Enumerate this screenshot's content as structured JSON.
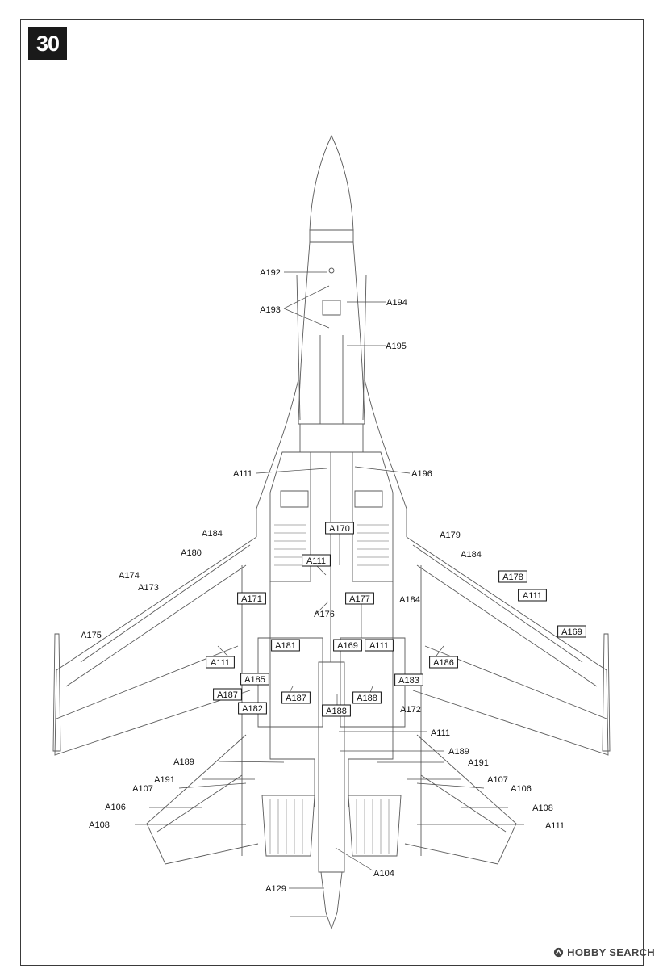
{
  "step": {
    "number": "30"
  },
  "callouts": [
    {
      "id": "A192",
      "boxed": false
    },
    {
      "id": "A193",
      "boxed": false
    },
    {
      "id": "A194",
      "boxed": false
    },
    {
      "id": "A195",
      "boxed": false
    },
    {
      "id": "A111",
      "boxed": false
    },
    {
      "id": "A196",
      "boxed": false
    },
    {
      "id": "A170",
      "boxed": true
    },
    {
      "id": "A184",
      "boxed": false
    },
    {
      "id": "A180",
      "boxed": false
    },
    {
      "id": "A179",
      "boxed": false
    },
    {
      "id": "A111",
      "boxed": true
    },
    {
      "id": "A184",
      "boxed": false
    },
    {
      "id": "A174",
      "boxed": false
    },
    {
      "id": "A173",
      "boxed": false
    },
    {
      "id": "A178",
      "boxed": true
    },
    {
      "id": "A171",
      "boxed": true
    },
    {
      "id": "A177",
      "boxed": true
    },
    {
      "id": "A184",
      "boxed": false
    },
    {
      "id": "A111",
      "boxed": true
    },
    {
      "id": "A176",
      "boxed": false
    },
    {
      "id": "A175",
      "boxed": false
    },
    {
      "id": "A169",
      "boxed": true
    },
    {
      "id": "A181",
      "boxed": true
    },
    {
      "id": "A169",
      "boxed": true
    },
    {
      "id": "A111",
      "boxed": true
    },
    {
      "id": "A111",
      "boxed": true
    },
    {
      "id": "A186",
      "boxed": true
    },
    {
      "id": "A185",
      "boxed": true
    },
    {
      "id": "A183",
      "boxed": true
    },
    {
      "id": "A187",
      "boxed": true
    },
    {
      "id": "A187",
      "boxed": true
    },
    {
      "id": "A188",
      "boxed": true
    },
    {
      "id": "A182",
      "boxed": true
    },
    {
      "id": "A188",
      "boxed": true
    },
    {
      "id": "A172",
      "boxed": false
    },
    {
      "id": "A111",
      "boxed": false
    },
    {
      "id": "A189",
      "boxed": false
    },
    {
      "id": "A189",
      "boxed": false
    },
    {
      "id": "A191",
      "boxed": false
    },
    {
      "id": "A191",
      "boxed": false
    },
    {
      "id": "A107",
      "boxed": false
    },
    {
      "id": "A107",
      "boxed": false
    },
    {
      "id": "A106",
      "boxed": false
    },
    {
      "id": "A106",
      "boxed": false
    },
    {
      "id": "A108",
      "boxed": false
    },
    {
      "id": "A108",
      "boxed": false
    },
    {
      "id": "A111",
      "boxed": false
    },
    {
      "id": "A104",
      "boxed": false
    },
    {
      "id": "A129",
      "boxed": false
    }
  ],
  "watermark": {
    "text": "HOBBY SEARCH"
  }
}
